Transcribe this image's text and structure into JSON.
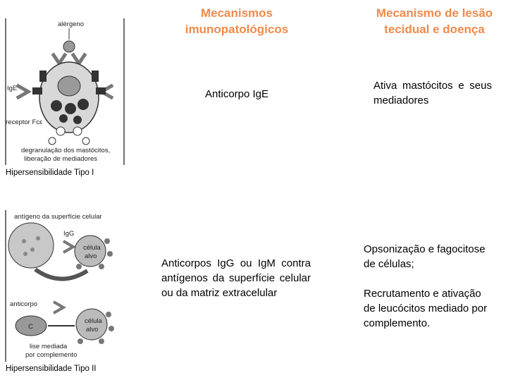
{
  "headers": {
    "mechanisms": "Mecanismos imunopatológicos",
    "tissue_injury": "Mecanismo de lesão tecidual e doença"
  },
  "rows": [
    {
      "caption": "Hipersensibilidade Tipo I",
      "mechanism": "Anticorpo IgE",
      "injury": "Ativa mastócitos e seus mediadores",
      "figure_labels": {
        "allergen": "alérgeno",
        "ige": "IgE",
        "receptor": "receptor Fcε",
        "degranulation_1": "degranulação dos mastócitos,",
        "degranulation_2": "liberação de mediadores"
      }
    },
    {
      "caption": "Hipersensibilidade Tipo II",
      "mechanism": "Anticorpos IgG ou IgM contra antígenos da superfície celular ou da matriz extracelular",
      "injury_1": "Opsonização e fagocitose de células;",
      "injury_2": "Recrutamento e ativação de leucócitos mediado por complemento.",
      "figure_labels": {
        "surface_antigen": "antígeno da superfície celular",
        "igg": "IgG",
        "target_cell_1": "célula alvo",
        "antibody": "anticorpo",
        "complement": "C",
        "target_cell_2": "célula alvo",
        "lysis_1": "lise mediada",
        "lysis_2": "por complemento"
      }
    }
  ],
  "colors": {
    "header": "#f08a4b"
  }
}
